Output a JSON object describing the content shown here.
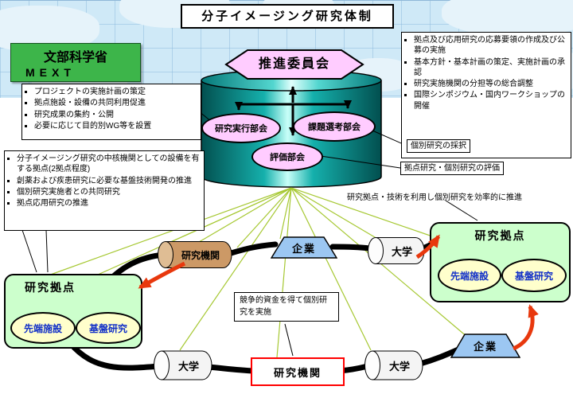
{
  "title": "分子イメージング研究体制",
  "mext": {
    "name": "文部科学省",
    "abbr": "MEXT"
  },
  "committee": {
    "main": "推進委員会",
    "exec": "研究実行部会",
    "selection": "課題選考部会",
    "eval": "評価部会"
  },
  "notes": {
    "committee": {
      "items": [
        "拠点及び応用研究の応募要領の作成及び公募の実施",
        "基本方針・基本計画の策定、実施計画の承認",
        "研究実施機関の分担等の総合調整",
        "国際シンポジウム・国内ワークショップの開催"
      ]
    },
    "exec": {
      "items": [
        "プロジェクトの実施計画の策定",
        "拠点施設・設備の共同利用促進",
        "研究成果の集約・公開",
        "必要に応じて目的別WG等を設置"
      ]
    },
    "base": {
      "items": [
        "分子イメージング研究の中核機関としての設備を有する拠点(2拠点程度)",
        "創薬および疾患研究に必要な基盤技術開発の推進",
        "個別研究実施者との共同研究",
        "拠点応用研究の推進"
      ]
    }
  },
  "labels": {
    "adoption": "個別研究の採択",
    "evaluation": "拠点研究・個別研究の評価",
    "promote": "研究拠点・技術を利用し個別研究を効率的に推進",
    "funding": "競争的資金を得て個別研究を実施"
  },
  "nodes": {
    "base_left": {
      "title": "研究拠点",
      "facility": "先端施設",
      "research": "基盤研究"
    },
    "base_right": {
      "title": "研究拠点",
      "facility": "先端施設",
      "research": "基盤研究"
    },
    "org_mid": {
      "label": "研究機関"
    },
    "org_bottom": {
      "label": "研究機関"
    },
    "company_top": {
      "label": "企業"
    },
    "company_bottom": {
      "label": "企業"
    },
    "univ_top": {
      "label": "大学"
    },
    "univ_bl": {
      "label": "大学"
    },
    "univ_br": {
      "label": "大学"
    }
  },
  "colors": {
    "committee_pink": "#ffccff",
    "cylinder_teal": "#009a9a",
    "mext_green": "#3db54a",
    "base_green": "#ccffcc",
    "oval_yellow": "#ffffcc",
    "org_tan": "#cc9966",
    "company_blue": "#9cc7f2",
    "univ_white": "#f4f4f4",
    "org_red_border": "#ff0000",
    "arrow_red": "#e8380d",
    "line_green": "#a6c832"
  }
}
